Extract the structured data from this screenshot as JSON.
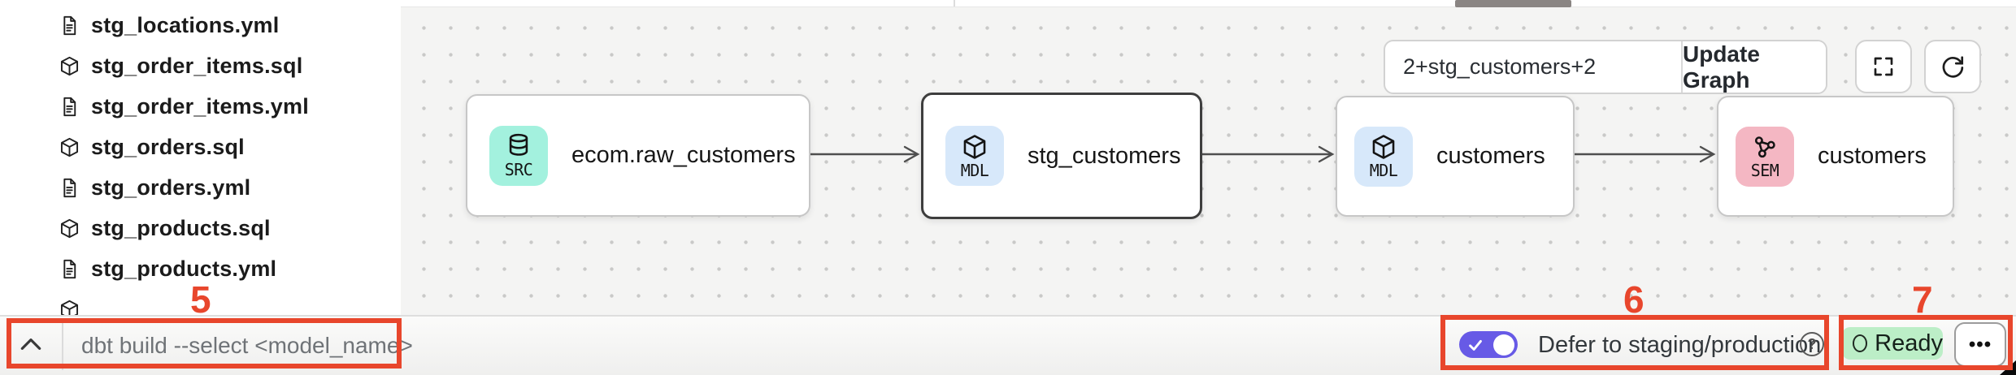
{
  "sidebar": {
    "files": [
      {
        "name": "stg_locations.yml",
        "type": "yml"
      },
      {
        "name": "stg_order_items.sql",
        "type": "sql"
      },
      {
        "name": "stg_order_items.yml",
        "type": "yml"
      },
      {
        "name": "stg_orders.sql",
        "type": "sql"
      },
      {
        "name": "stg_orders.yml",
        "type": "yml"
      },
      {
        "name": "stg_products.sql",
        "type": "sql"
      },
      {
        "name": "stg_products.yml",
        "type": "yml"
      },
      {
        "name": "",
        "type": "sql"
      }
    ]
  },
  "lineage": {
    "selector_value": "2+stg_customers+2",
    "update_button_label": "Update Graph",
    "nodes": [
      {
        "badge": "SRC",
        "label": "ecom.raw_customers",
        "icon": "database-icon",
        "selected": false
      },
      {
        "badge": "MDL",
        "label": "stg_customers",
        "icon": "model-cube-icon",
        "selected": true
      },
      {
        "badge": "MDL",
        "label": "customers",
        "icon": "model-cube-icon",
        "selected": false
      },
      {
        "badge": "SEM",
        "label": "customers",
        "icon": "semantic-model-icon",
        "selected": false
      }
    ]
  },
  "command_bar": {
    "placeholder": "dbt build --select <model_name>"
  },
  "defer": {
    "label": "Defer to staging/production",
    "toggle_on": true,
    "help_icon": "?"
  },
  "status": {
    "ready_label": "Ready"
  },
  "more_menu": {
    "dots": "•••"
  },
  "annotations": {
    "color": "#E8462C",
    "items": [
      {
        "label": "5"
      },
      {
        "label": "6"
      },
      {
        "label": "7"
      }
    ]
  },
  "colors": {
    "badge_src": "#A3F1DE",
    "badge_mdl": "#D7E8FA",
    "badge_sem": "#F4B7C3",
    "toggle_on": "#675AE6",
    "ready_bg": "#BCEEC7",
    "annotation": "#E8462C",
    "canvas_bg": "#F4F4F3"
  }
}
